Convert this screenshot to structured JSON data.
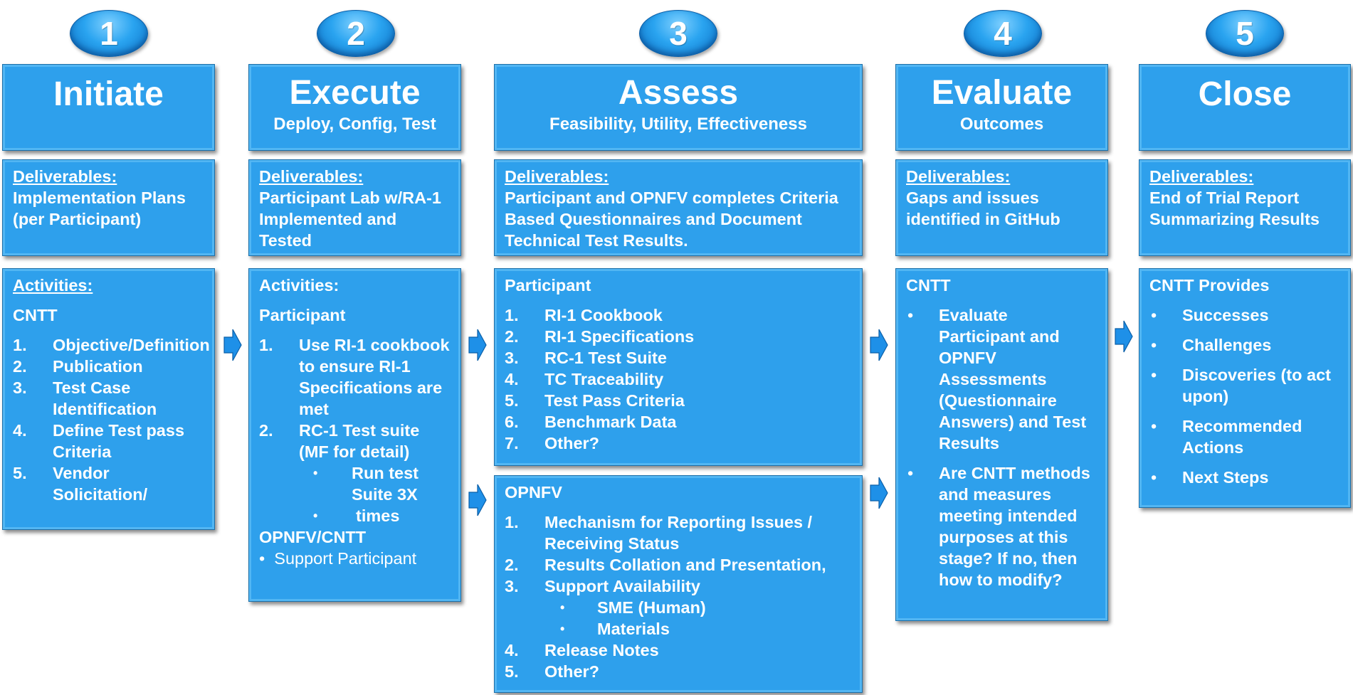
{
  "steps": [
    {
      "number": "1",
      "title": "Initiate",
      "subtitle": "",
      "deliverables_label": "Deliverables:",
      "deliverables_text": "Implementation Plans (per Participant)",
      "activities_label": "Activities:",
      "activities_group": "CNTT",
      "activities": [
        "Objective/Definition",
        "Publication",
        "Test Case Identification",
        "Define Test pass Criteria",
        "Vendor Solicitation/"
      ]
    },
    {
      "number": "2",
      "title": "Execute",
      "subtitle": "Deploy, Config, Test",
      "deliverables_label": "Deliverables:",
      "deliverables_text": "Participant Lab w/RA-1 Implemented and Tested",
      "activities_label": "Activities:",
      "activities_group": "Participant",
      "activity_1": "Use RI-1 cookbook to ensure RI-1 Specifications are met",
      "activity_2": "RC-1 Test suite (MF for detail)",
      "sub_1": "Run test Suite 3X",
      "sub_2": "times",
      "group2": "OPNFV/CNTT",
      "group2_item": "Support Participant"
    },
    {
      "number": "3",
      "title": "Assess",
      "subtitle": "Feasibility, Utility, Effectiveness",
      "deliverables_label": "Deliverables:",
      "deliverables_text": "Participant and OPNFV completes Criteria Based Questionnaires and Document Technical Test Results.",
      "participant_header": "Participant",
      "participant_items": [
        "RI-1 Cookbook",
        "RI-1 Specifications",
        "RC-1 Test Suite",
        "TC Traceability",
        "Test Pass Criteria",
        "Benchmark Data",
        "Other?"
      ],
      "opnfv_header": "OPNFV",
      "opnfv_item_1": "Mechanism for Reporting Issues / Receiving Status",
      "opnfv_item_2": "Results Collation and Presentation,",
      "opnfv_item_3": "Support Availability",
      "opnfv_sub": [
        "SME (Human)",
        "Materials"
      ],
      "opnfv_item_4": "Release Notes",
      "opnfv_item_5": "Other?"
    },
    {
      "number": "4",
      "title": "Evaluate",
      "subtitle": "Outcomes",
      "deliverables_label": "Deliverables:",
      "deliverables_text": "Gaps and issues identified in GitHub",
      "activities_group": "CNTT",
      "bullets": [
        "Evaluate Participant and OPNFV Assessments (Questionnaire Answers) and Test Results",
        "Are CNTT methods and measures meeting intended purposes at this stage? If no, then how to modify?"
      ]
    },
    {
      "number": "5",
      "title": "Close",
      "subtitle": "",
      "deliverables_label": "Deliverables:",
      "deliverables_text": "End of Trial Report Summarizing Results",
      "activities_group": "CNTT Provides",
      "bullets": [
        "Successes",
        "Challenges",
        "Discoveries (to act upon)",
        "Recommended Actions",
        "Next Steps"
      ]
    }
  ],
  "numerals": [
    "1.",
    "2.",
    "3.",
    "4.",
    "5.",
    "6.",
    "7."
  ],
  "bullet_glyph": "•",
  "colors": {
    "box_fill": "#2ea0ec",
    "box_border": "#1d6fa8",
    "badge": "#1e90e8",
    "arrow": "#1e90e8"
  }
}
